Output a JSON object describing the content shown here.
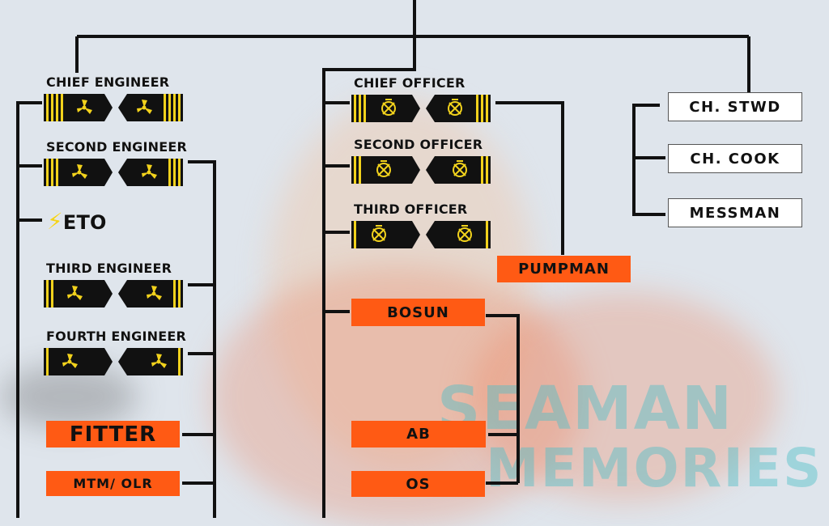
{
  "engine": {
    "ranks": [
      {
        "label": "CHIEF ENGINEER",
        "stripes": 4
      },
      {
        "label": "SECOND ENGINEER",
        "stripes": 3
      },
      {
        "label": "THIRD ENGINEER",
        "stripes": 2
      },
      {
        "label": "FOURTH ENGINEER",
        "stripes": 1
      }
    ],
    "eto": "ETO",
    "fitter": "FITTER",
    "mtm": "MTM/ OLR"
  },
  "deck": {
    "ranks": [
      {
        "label": "CHIEF OFFICER",
        "stripes": 3
      },
      {
        "label": "SECOND OFFICER",
        "stripes": 2
      },
      {
        "label": "THIRD OFFICER",
        "stripes": 1
      }
    ],
    "pumpman": "PUMPMAN",
    "bosun": "BOSUN",
    "ab": "AB",
    "os": "OS"
  },
  "catering": {
    "items": [
      "CH. STWD",
      "CH. COOK",
      "MESSMAN"
    ]
  },
  "watermark": {
    "line1": "SEAMAN",
    "line2": "MEMORIES"
  },
  "colors": {
    "orange": "#ff5a14",
    "gold": "#f2d21c",
    "black": "#111111"
  }
}
